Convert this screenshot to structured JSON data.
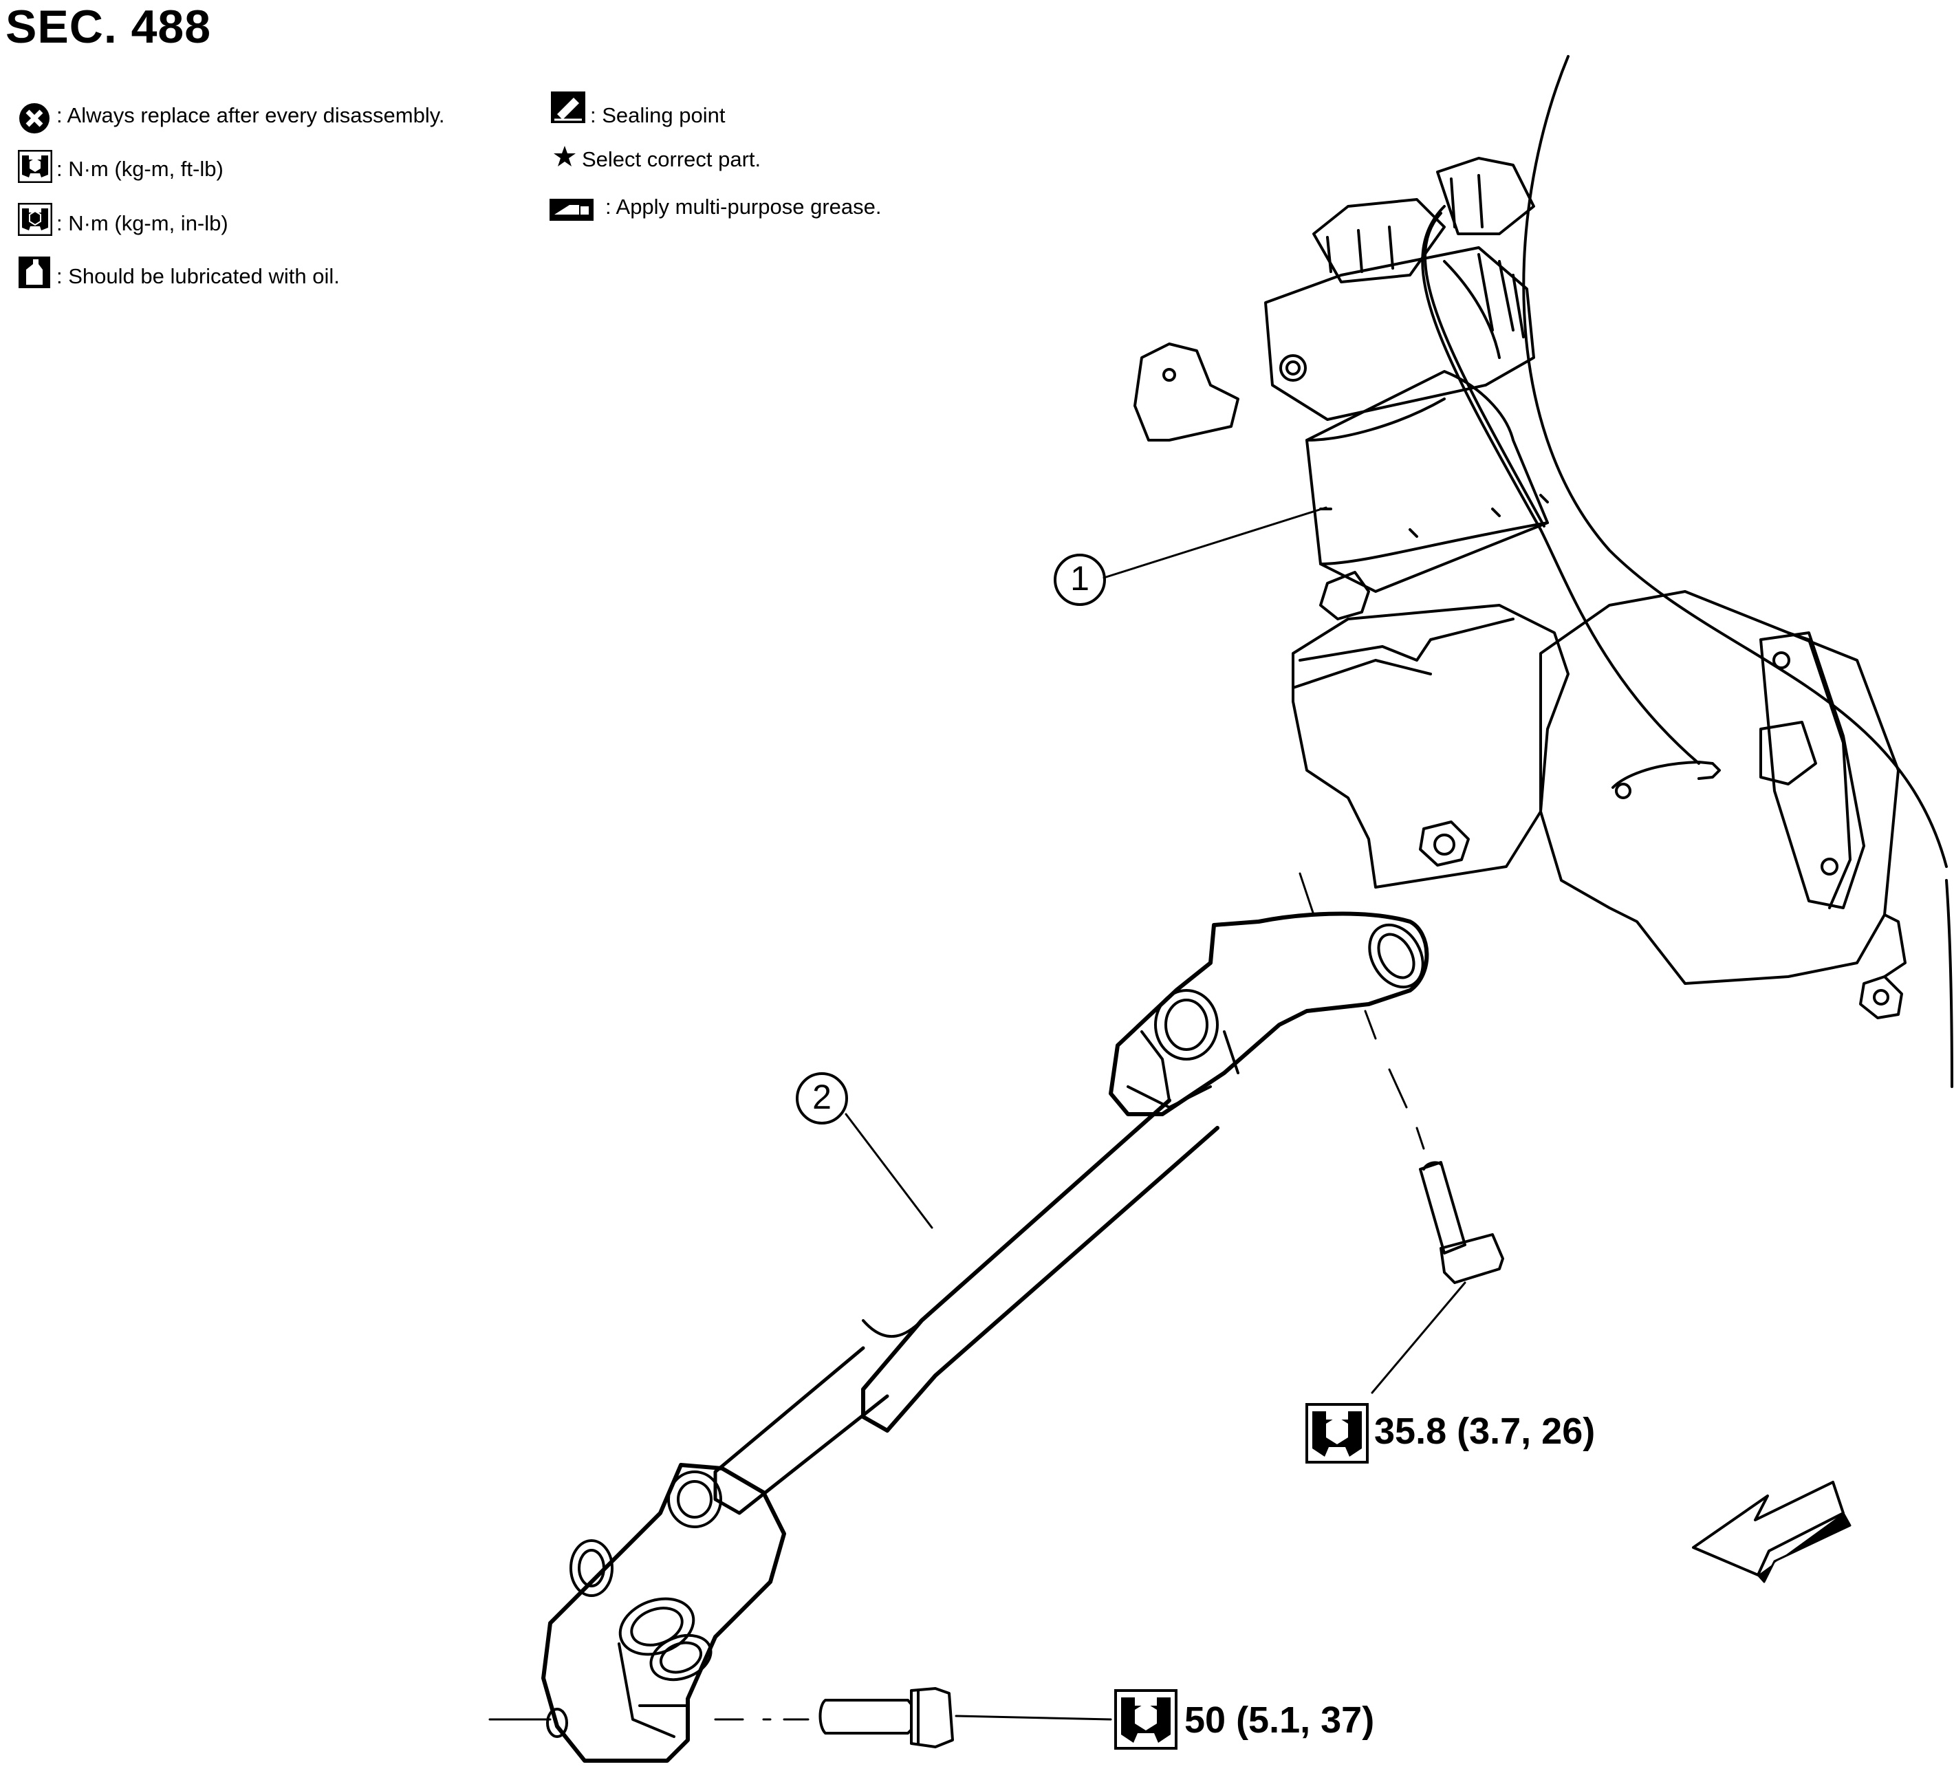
{
  "section_title": "SEC. 488",
  "legend": {
    "replace": {
      "icon": "replace-x-icon",
      "text": ": Always replace after every disassembly."
    },
    "torque_ftlb": {
      "icon": "torque-wrench-icon",
      "text": ": N·m (kg-m, ft-lb)"
    },
    "torque_inlb": {
      "icon": "torque-wrench-filled-icon",
      "text": ": N·m (kg-m, in-lb)"
    },
    "oil": {
      "icon": "oil-can-icon",
      "text": ": Should be lubricated with oil."
    },
    "sealing": {
      "icon": "sealing-icon",
      "text": ": Sealing point"
    },
    "select": {
      "icon": "star-icon",
      "text": "Select correct part."
    },
    "grease": {
      "icon": "grease-icon",
      "text": ": Apply multi-purpose grease."
    }
  },
  "callouts": [
    {
      "number": "1"
    },
    {
      "number": "2"
    }
  ],
  "torque_specs": {
    "upper": "35.8 (3.7, 26)",
    "lower": "50 (5.1, 37)"
  },
  "colors": {
    "line": "#000000",
    "background": "#ffffff"
  }
}
